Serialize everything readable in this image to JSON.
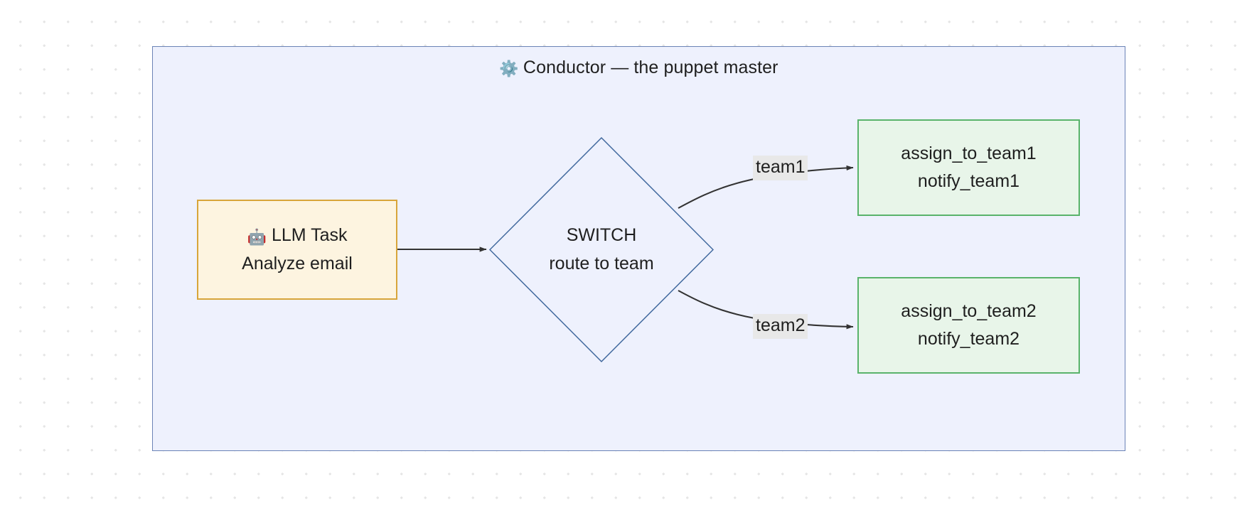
{
  "diagram": {
    "type": "flowchart",
    "subgraph": {
      "icon": "gear-icon",
      "icon_glyph": "⚙️",
      "title": "Conductor — the puppet master",
      "fill": "#eef1fd",
      "border": "#6b83b6"
    },
    "nodes": [
      {
        "id": "llm-task",
        "shape": "rect",
        "icon": "robot-icon",
        "icon_glyph": "🤖",
        "line1": "LLM Task",
        "line2": "Analyze email",
        "fill": "#fdf4e0",
        "border": "#d8a53a"
      },
      {
        "id": "switch",
        "shape": "diamond",
        "line1": "SWITCH",
        "line2": "route to team",
        "fill": "#eef1fd",
        "border": "#41699e"
      },
      {
        "id": "team1",
        "shape": "rect",
        "line1": "assign_to_team1",
        "line2": "notify_team1",
        "fill": "#e8f5e9",
        "border": "#59b36b"
      },
      {
        "id": "team2",
        "shape": "rect",
        "line1": "assign_to_team2",
        "line2": "notify_team2",
        "fill": "#e8f5e9",
        "border": "#59b36b"
      }
    ],
    "edges": [
      {
        "id": "e1",
        "from": "llm-task",
        "to": "switch",
        "label": ""
      },
      {
        "id": "e2",
        "from": "switch",
        "to": "team1",
        "label": "team1"
      },
      {
        "id": "e3",
        "from": "switch",
        "to": "team2",
        "label": "team2"
      }
    ],
    "edge_color": "#333333",
    "canvas_background": "#ffffff",
    "grid_dot_color": "#e6e6e6"
  }
}
